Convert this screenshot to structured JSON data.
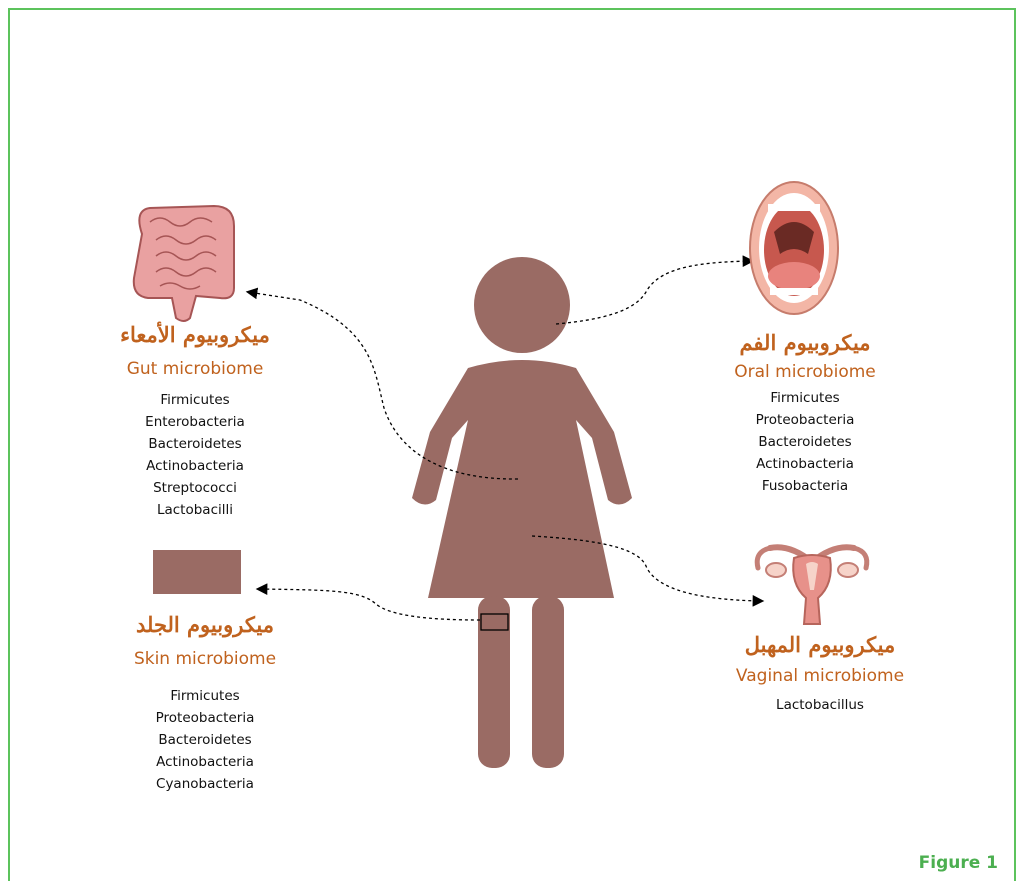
{
  "colors": {
    "border": "#5cc35c",
    "silhouette": "#9a6b64",
    "heading": "#c0621e",
    "figure_label": "#4caf50"
  },
  "gut": {
    "title_ar": "ميكروبيوم الأمعاء",
    "title_en": "Gut microbiome",
    "items": [
      "Firmicutes",
      "Enterobacteria",
      "Bacteroidetes",
      "Actinobacteria",
      "Streptococci",
      "Lactobacilli"
    ]
  },
  "oral": {
    "title_ar": "ميكروبيوم الفم",
    "title_en": "Oral microbiome",
    "items": [
      "Firmicutes",
      "Proteobacteria",
      "Bacteroidetes",
      "Actinobacteria",
      "Fusobacteria"
    ]
  },
  "skin": {
    "title_ar": "ميكروبيوم الجلد",
    "title_en": "Skin microbiome",
    "items": [
      "Firmicutes",
      "Proteobacteria",
      "Bacteroidetes",
      "Actinobacteria",
      "Cyanobacteria"
    ]
  },
  "vaginal": {
    "title_ar": "ميكروبيوم المهبل",
    "title_en": "Vaginal microbiome",
    "items": [
      "Lactobacillus"
    ]
  },
  "figure_label": "Figure 1",
  "icons": [
    "intestine-icon",
    "mouth-icon",
    "skin-patch-icon",
    "uterus-icon",
    "woman-silhouette-icon"
  ]
}
